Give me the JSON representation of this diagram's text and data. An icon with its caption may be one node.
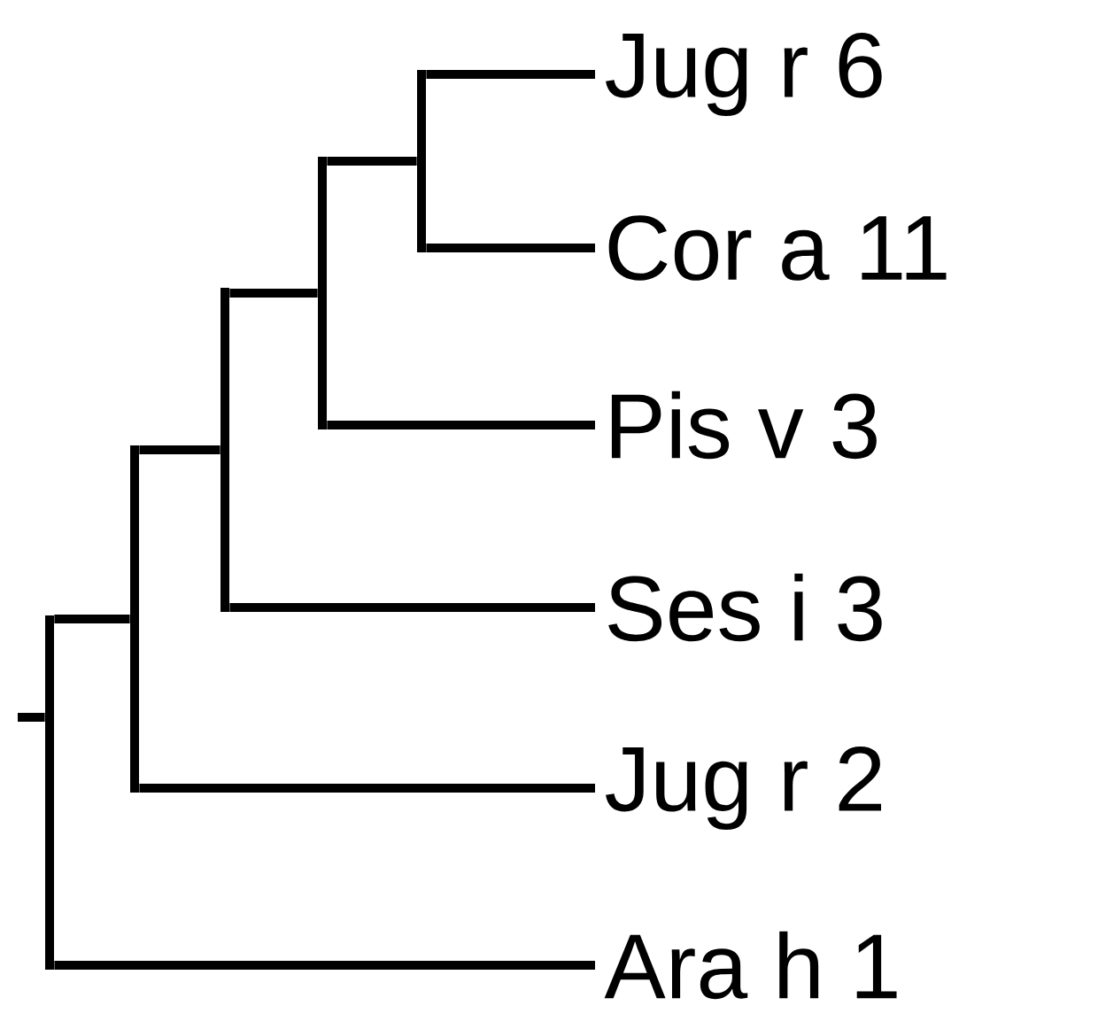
{
  "diagram": {
    "nodes": [
      {
        "text": [
          "Jug r 6"
        ]
      },
      {
        "text": [
          "Cor a 11"
        ]
      },
      {
        "text": [
          "Pis v 3"
        ]
      },
      {
        "text": [
          "Ses i 3"
        ]
      },
      {
        "text": [
          "Jug r 2"
        ]
      },
      {
        "text": [
          "Ara h 1"
        ]
      },
      {
        "text": [],
        "shape": "bar"
      },
      {
        "text": [],
        "shape": "bar"
      },
      {
        "text": [],
        "shape": "bar"
      },
      {
        "text": [],
        "shape": "bar"
      },
      {
        "text": [],
        "shape": "bar"
      }
    ],
    "edges": [
      {
        "from": 6,
        "to": 0,
        "arrow": "none"
      },
      {
        "from": 6,
        "to": 1,
        "arrow": "none"
      },
      {
        "from": 7,
        "to": 6,
        "arrow": "none"
      },
      {
        "from": 7,
        "to": 2,
        "arrow": "none"
      },
      {
        "from": 8,
        "to": 7,
        "arrow": "none"
      },
      {
        "from": 8,
        "to": 3,
        "arrow": "none"
      },
      {
        "from": 9,
        "to": 8,
        "arrow": "none"
      },
      {
        "from": 9,
        "to": 4,
        "arrow": "none"
      },
      {
        "from": 10,
        "to": 9,
        "arrow": "none"
      },
      {
        "from": 10,
        "to": 5,
        "arrow": "none"
      },
      {
        "from": null,
        "to": 10,
        "arrow": "none"
      }
    ]
  }
}
